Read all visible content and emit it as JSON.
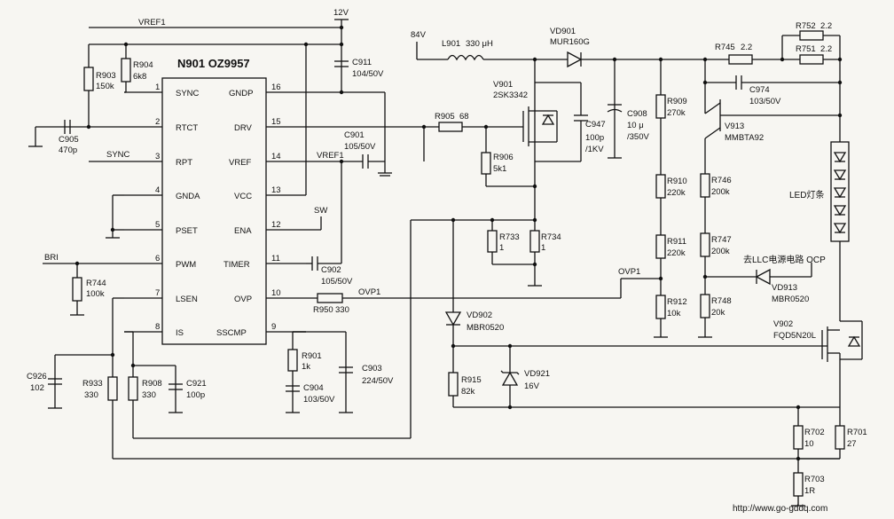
{
  "chip": {
    "title": "N901 OZ9957",
    "left_pins": [
      {
        "num": "1",
        "name": "SYNC"
      },
      {
        "num": "2",
        "name": "RTCT"
      },
      {
        "num": "3",
        "name": "RPT"
      },
      {
        "num": "4",
        "name": "GNDA"
      },
      {
        "num": "5",
        "name": "PSET"
      },
      {
        "num": "6",
        "name": "PWM"
      },
      {
        "num": "7",
        "name": "LSEN"
      },
      {
        "num": "8",
        "name": "IS"
      }
    ],
    "right_pins": [
      {
        "num": "16",
        "name": "GNDP"
      },
      {
        "num": "15",
        "name": "DRV"
      },
      {
        "num": "14",
        "name": "VREF"
      },
      {
        "num": "13",
        "name": "VCC"
      },
      {
        "num": "12",
        "name": "ENA"
      },
      {
        "num": "11",
        "name": "TIMER"
      },
      {
        "num": "10",
        "name": "OVP"
      },
      {
        "num": "9",
        "name": "SSCMP"
      }
    ]
  },
  "nets": {
    "vref1_top": "VREF1",
    "vcc12": "12V",
    "sync": "SYNC",
    "bri": "BRI",
    "vref1_mid": "VREF1",
    "sw": "SW",
    "ovp1_a": "OVP1",
    "ovp1_b": "OVP1",
    "v84": "84V"
  },
  "components": {
    "R903": {
      "ref": "R903",
      "val": "150k"
    },
    "R904": {
      "ref": "R904",
      "val": "6k8"
    },
    "C911": {
      "ref": "C911",
      "val": "104/50V"
    },
    "C905": {
      "ref": "C905",
      "val": "470p"
    },
    "C901": {
      "ref": "C901",
      "val": "105/50V"
    },
    "C902": {
      "ref": "C902",
      "val": "105/50V"
    },
    "R744": {
      "ref": "R744",
      "val": "100k"
    },
    "R950": {
      "ref": "R950",
      "val": "330"
    },
    "R901": {
      "ref": "R901",
      "val": "1k"
    },
    "C904": {
      "ref": "C904",
      "val": "103/50V"
    },
    "C903": {
      "ref": "C903",
      "val": "224/50V"
    },
    "C926": {
      "ref": "C926",
      "val": "102"
    },
    "R933": {
      "ref": "R933",
      "val": "330"
    },
    "R908": {
      "ref": "R908",
      "val": "330"
    },
    "C921": {
      "ref": "C921",
      "val": "100p"
    },
    "L901": {
      "ref": "L901",
      "val": "330 μH"
    },
    "VD901": {
      "ref": "VD901",
      "val": "MUR160G"
    },
    "V901": {
      "ref": "V901",
      "val": "2SK3342"
    },
    "R905": {
      "ref": "R905",
      "val": "68"
    },
    "R906": {
      "ref": "R906",
      "val": "5k1"
    },
    "C947": {
      "ref": "C947",
      "val": "100p",
      "val2": "/1KV"
    },
    "C908": {
      "ref": "C908",
      "val": "10 μ",
      "val2": "/350V"
    },
    "R909": {
      "ref": "R909",
      "val": "270k"
    },
    "R910": {
      "ref": "R910",
      "val": "220k"
    },
    "R911": {
      "ref": "R911",
      "val": "220k"
    },
    "R912": {
      "ref": "R912",
      "val": "10k"
    },
    "R733": {
      "ref": "R733",
      "val": "1"
    },
    "R734": {
      "ref": "R734",
      "val": "1"
    },
    "VD902": {
      "ref": "VD902",
      "val": "MBR0520"
    },
    "R915": {
      "ref": "R915",
      "val": "82k"
    },
    "VD921": {
      "ref": "VD921",
      "val": "16V"
    },
    "R745": {
      "ref": "R745",
      "val": "2.2"
    },
    "R752": {
      "ref": "R752",
      "val": "2.2"
    },
    "R751": {
      "ref": "R751",
      "val": "2.2"
    },
    "C974": {
      "ref": "C974",
      "val": "103/50V"
    },
    "V913": {
      "ref": "V913",
      "val": "MMBTA92"
    },
    "R746": {
      "ref": "R746",
      "val": "200k"
    },
    "R747": {
      "ref": "R747",
      "val": "200k"
    },
    "R748": {
      "ref": "R748",
      "val": "20k"
    },
    "VD913": {
      "ref": "VD913",
      "val": "MBR0520"
    },
    "V902": {
      "ref": "V902",
      "val": "FQD5N20L"
    },
    "R702": {
      "ref": "R702",
      "val": "10"
    },
    "R701": {
      "ref": "R701",
      "val": "27"
    },
    "R703": {
      "ref": "R703",
      "val": "1R"
    }
  },
  "labels": {
    "led_strip": "LED灯条",
    "llc_ocp": "去LLC电源电路 OCP",
    "watermark": "http://www.go-gddq.com"
  }
}
